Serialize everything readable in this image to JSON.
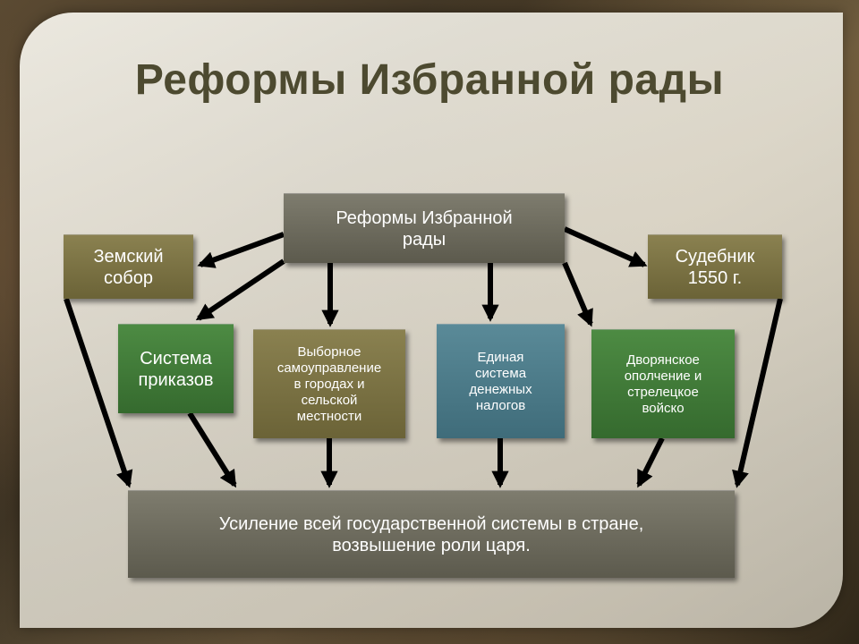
{
  "title": "Реформы Избранной рады",
  "diagram": {
    "main": "Реформы Избранной\nрады",
    "zemsky_sobor": "Земский\nсобор",
    "sudebnik": "Судебник\n1550 г.",
    "prikazy": "Система\nприказов",
    "vybornoe": "Выборное\nсамоуправление\nв городах и\nсельской\nместности",
    "nalogi": "Единая\nсистема\nденежных\nналогов",
    "opolchenie": "Дворянское\nополчение и\nстрелецкое\nвойско",
    "result": "Усиление всей государственной системы в стране,\nвозвышение роли царя."
  },
  "colors": {
    "gray_box": "#6b695c",
    "olive_box": "#7a7245",
    "green_box": "#417a38",
    "blue_box": "#4c7b89",
    "title": "#4d4a30",
    "arrow": "#000000"
  }
}
